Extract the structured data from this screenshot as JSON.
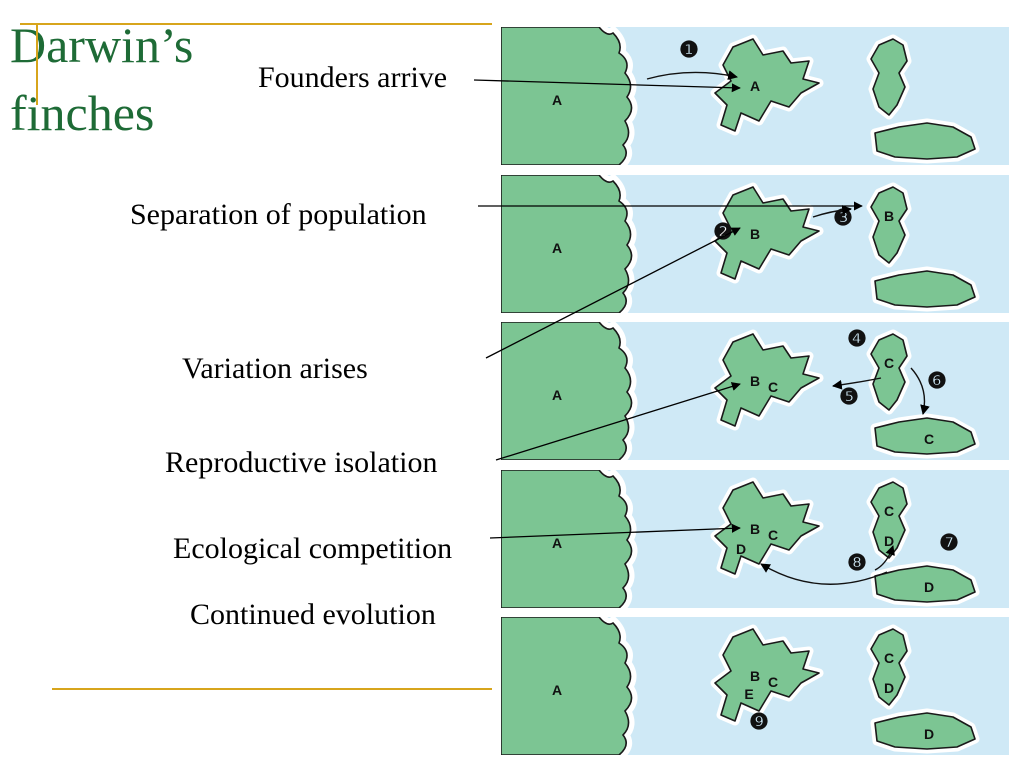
{
  "title": {
    "line1": "Darwin’s",
    "line2": "finches"
  },
  "labels": {
    "founders": "Founders arrive",
    "separation": "Separation of population",
    "variation": "Variation arises",
    "reproductive": "Reproductive isolation",
    "ecological": "Ecological competition",
    "continued": "Continued evolution"
  },
  "panels": [
    {
      "mainland": "A",
      "island1": [
        "A"
      ],
      "island2": [],
      "island3": [],
      "steps": [
        "❶"
      ]
    },
    {
      "mainland": "A",
      "island1": [
        "B"
      ],
      "island2": [
        "B"
      ],
      "island3": [],
      "steps": [
        "❷",
        "❸"
      ]
    },
    {
      "mainland": "A",
      "island1": [
        "B",
        "C"
      ],
      "island2": [
        "C"
      ],
      "island3": [
        "C"
      ],
      "steps": [
        "❹",
        "❺",
        "❻"
      ]
    },
    {
      "mainland": "A",
      "island1": [
        "B",
        "C",
        "D"
      ],
      "island2": [
        "C",
        "D"
      ],
      "island3": [
        "D"
      ],
      "steps": [
        "❼",
        "❽"
      ]
    },
    {
      "mainland": "A",
      "island1": [
        "B",
        "C",
        "E"
      ],
      "island2": [
        "C",
        "D"
      ],
      "island3": [
        "D"
      ],
      "steps": [
        "❾"
      ]
    }
  ],
  "colors": {
    "title": "#1e6b36",
    "rule": "#d7a51c",
    "sea": "#cfe9f6",
    "land": "#7cc593",
    "shore": "#ffffff"
  }
}
